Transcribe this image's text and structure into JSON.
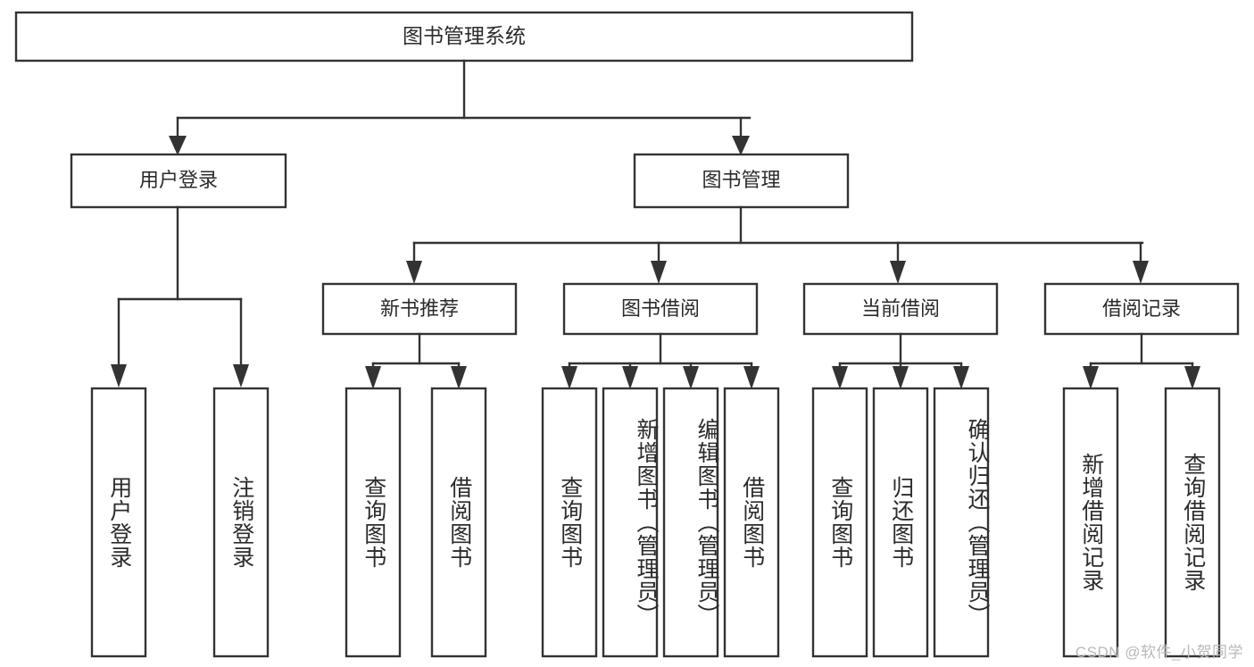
{
  "diagram": {
    "title": "图书管理系统",
    "type": "tree-hierarchy",
    "colors": {
      "box_stroke": "#333333",
      "box_fill": "#ffffff",
      "text": "#2b2b2b",
      "background": "#ffffff",
      "watermark": "#b9b9b9"
    },
    "levels": {
      "root": {
        "label": "图书管理系统"
      },
      "level2": [
        {
          "label": "用户登录"
        },
        {
          "label": "图书管理"
        }
      ],
      "level3": [
        {
          "label": "新书推荐"
        },
        {
          "label": "图书借阅"
        },
        {
          "label": "当前借阅"
        },
        {
          "label": "借阅记录"
        }
      ],
      "leaves": {
        "user_login": [
          {
            "label": "用户登录"
          },
          {
            "label": "注销登录"
          }
        ],
        "new_book_recommend": [
          {
            "label": "查询图书"
          },
          {
            "label": "借阅图书"
          }
        ],
        "book_borrow": [
          {
            "label": "查询图书"
          },
          {
            "label": "新增图书（管理员）"
          },
          {
            "label": "编辑图书（管理员）"
          },
          {
            "label": "借阅图书"
          }
        ],
        "current_borrow": [
          {
            "label": "查询图书"
          },
          {
            "label": "归还图书"
          },
          {
            "label": "确认归还（管理员）"
          }
        ],
        "borrow_record": [
          {
            "label": "新增借阅记录"
          },
          {
            "label": "查询借阅记录"
          }
        ]
      }
    }
  },
  "watermark": {
    "text": "CSDN @软件_小贺同学"
  }
}
